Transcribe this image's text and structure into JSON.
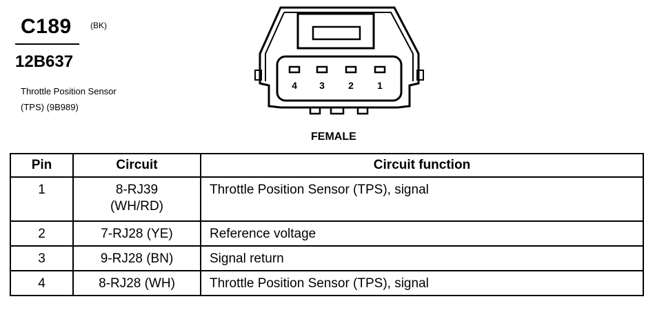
{
  "connector": {
    "code": "C189",
    "color_code": "(BK)",
    "part_number": "12B637",
    "description_line1": "Throttle Position Sensor",
    "description_line2": "(TPS) (9B989)",
    "view": "FEMALE",
    "pin_numbers": [
      "4",
      "3",
      "2",
      "1"
    ]
  },
  "table": {
    "headers": {
      "pin": "Pin",
      "circuit": "Circuit",
      "function": "Circuit function"
    },
    "rows": [
      {
        "pin": "1",
        "circuit": "8-RJ39",
        "circuit2": "(WH/RD)",
        "function": "Throttle Position Sensor (TPS), signal"
      },
      {
        "pin": "2",
        "circuit": "7-RJ28 (YE)",
        "function": "Reference voltage"
      },
      {
        "pin": "3",
        "circuit": "9-RJ28 (BN)",
        "function": "Signal return"
      },
      {
        "pin": "4",
        "circuit": "8-RJ28 (WH)",
        "function": "Throttle Position Sensor (TPS), signal"
      }
    ]
  }
}
